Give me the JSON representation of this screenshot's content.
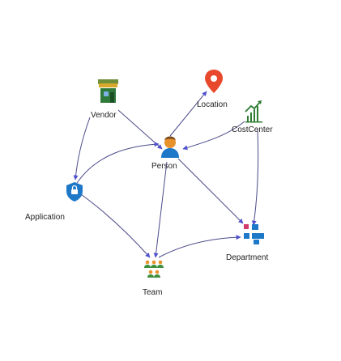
{
  "diagram": {
    "nodes": {
      "location": {
        "label": "Location",
        "icon": "map-pin-icon",
        "color": "#e8492c"
      },
      "vendor": {
        "label": "Vendor",
        "icon": "storefront-icon",
        "color": "#2f7a3b"
      },
      "cost_center": {
        "label": "CostCenter",
        "icon": "bar-chart-trend-icon",
        "color": "#2e7d32"
      },
      "person": {
        "label": "Person",
        "icon": "person-icon",
        "color": "#e8922c"
      },
      "application": {
        "label": "Application",
        "icon": "shield-icon",
        "color": "#1e78c8"
      },
      "department": {
        "label": "Department",
        "icon": "org-chart-icon",
        "color": "#1e78c8"
      },
      "team": {
        "label": "Team",
        "icon": "people-group-icon",
        "color": "#3f8f3f"
      }
    },
    "edge_color": "#5a5ad6"
  }
}
